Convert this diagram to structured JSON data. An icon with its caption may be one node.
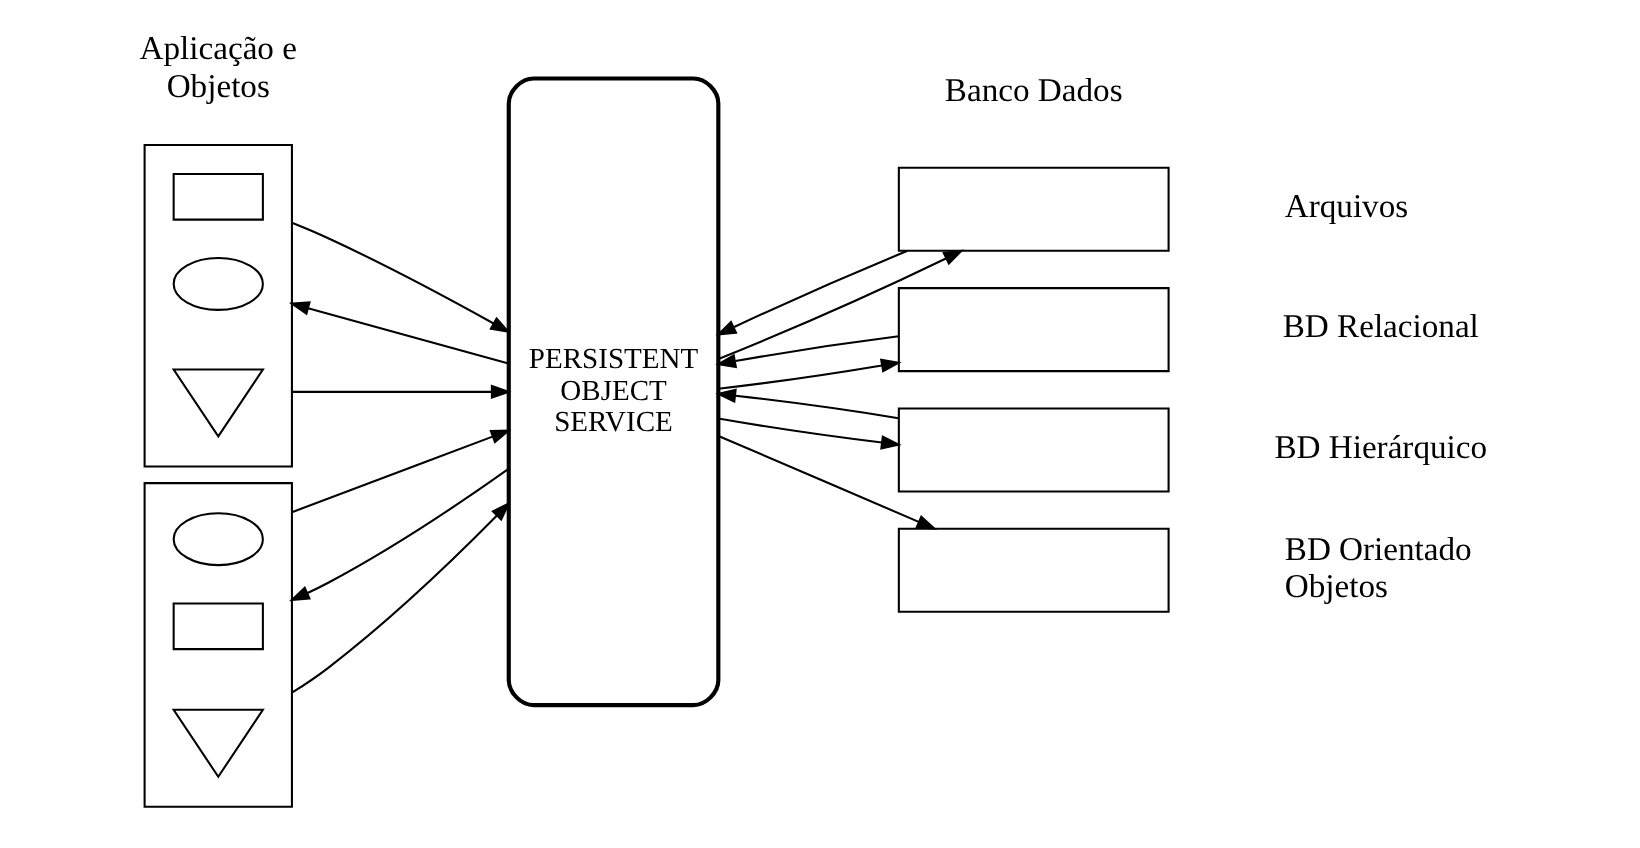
{
  "diagram": {
    "nodes": [
      {
        "text": [],
        "shape": "box"
      },
      {
        "text": [],
        "shape": "box",
        "in": 0
      },
      {
        "text": [],
        "shape": "ellipse",
        "in": 0
      },
      {
        "text": [],
        "shape": "triangle",
        "in": 0
      },
      {
        "text": [],
        "shape": "box"
      },
      {
        "text": [],
        "shape": "ellipse",
        "in": 4
      },
      {
        "text": [],
        "shape": "box",
        "in": 4
      },
      {
        "text": [],
        "shape": "triangle",
        "in": 4
      },
      {
        "text": [
          "PERSISTENT OBJECT SERVICE"
        ]
      },
      {
        "text": [],
        "shape": "box",
        "beside": [
          "Arquivos"
        ]
      },
      {
        "text": [],
        "shape": "box",
        "beside": [
          "BD Relacional"
        ]
      },
      {
        "text": [],
        "shape": "box",
        "beside": [
          "BD Hierárquico"
        ]
      },
      {
        "text": [],
        "shape": "box",
        "beside": [
          "BD Orientado Objetos"
        ]
      }
    ],
    "edges": [
      {
        "from": 0,
        "to": 8,
        "arrow": "to"
      },
      {
        "from": 8,
        "to": 0,
        "arrow": "to"
      },
      {
        "from": 0,
        "to": 8,
        "arrow": "to"
      },
      {
        "from": 4,
        "to": 8,
        "arrow": "to"
      },
      {
        "from": 8,
        "to": 4,
        "arrow": "to"
      },
      {
        "from": 4,
        "to": 8,
        "arrow": "to"
      },
      {
        "from": 8,
        "to": 9,
        "arrow": "to"
      },
      {
        "from": 9,
        "to": 8,
        "arrow": "to"
      },
      {
        "from": 8,
        "to": 10,
        "arrow": "to"
      },
      {
        "from": 10,
        "to": 8,
        "arrow": "to"
      },
      {
        "from": 8,
        "to": 11,
        "arrow": "to"
      },
      {
        "from": 11,
        "to": 8,
        "arrow": "to"
      },
      {
        "from": 8,
        "to": 12,
        "arrow": "to"
      }
    ],
    "labels": [
      "Aplicação e Objetos",
      "Banco Dados"
    ]
  }
}
